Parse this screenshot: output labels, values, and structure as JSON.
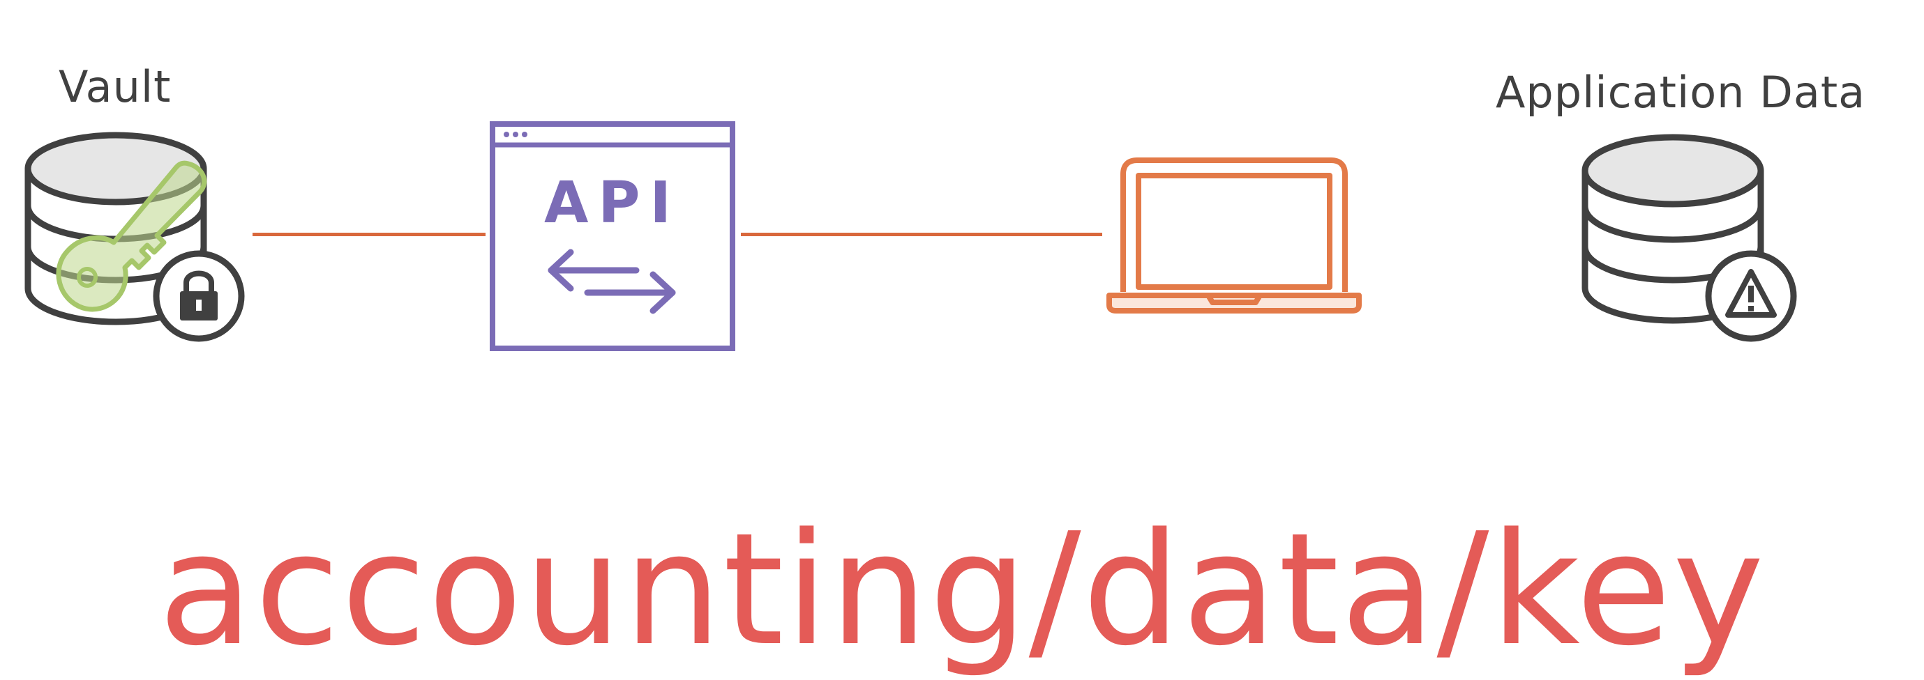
{
  "labels": {
    "vault": "Vault",
    "application_data": "Application Data"
  },
  "api_icon": {
    "text": "API"
  },
  "secret_path": "accounting/data/key",
  "icons": [
    "vault-database-icon",
    "key-icon",
    "lock-icon",
    "api-window-icon",
    "bidirectional-arrows-icon",
    "laptop-icon",
    "database-icon",
    "warning-icon"
  ],
  "colors": {
    "label_text": "#404040",
    "path_text": "#e45b57",
    "connector": "#d9683c",
    "database_stroke": "#404040",
    "database_top_fill": "#e6e6e6",
    "key": "#a6c76a",
    "api": "#7b6cb6",
    "laptop": "#e37a48"
  }
}
